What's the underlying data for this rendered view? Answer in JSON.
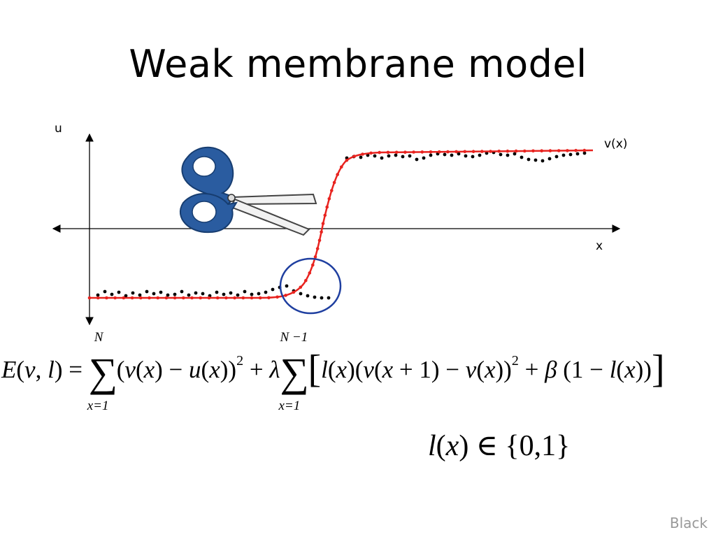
{
  "slide": {
    "title": "Weak membrane model",
    "footer": "Black"
  },
  "figure": {
    "y_axis_label": "u",
    "x_axis_label": "x",
    "curve_label": "v(x)",
    "icons": [
      "scissors-icon",
      "circle-marker"
    ],
    "colors": {
      "curve": "#e8231f",
      "data_points": "#000000",
      "scissors_handle": "#2a5ca0",
      "circle": "#1f3fa0"
    }
  },
  "equations": {
    "energy": "E(v,l) = Σ_{x=1}^{N} (v(x) − u(x))^2 + λ Σ_{x=1}^{N−1} [ l(x)(v(x+1) − v(x))^2 + β(1 − l(x)) ]",
    "line_process": "l(x) ∈ {0,1}"
  }
}
